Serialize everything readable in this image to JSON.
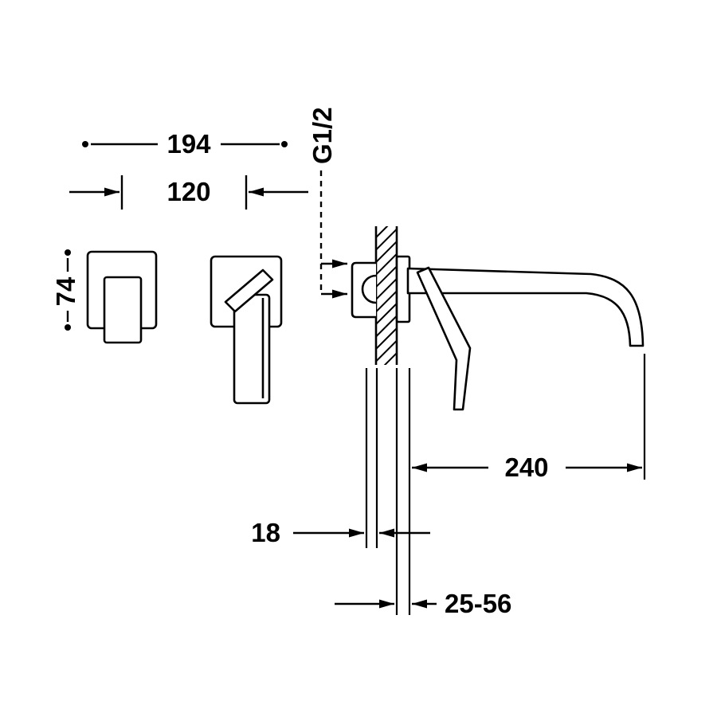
{
  "diagram": {
    "type": "technical-dimension-drawing",
    "subject": "wall-mounted-basin-mixer-faucet",
    "background_color": "#ffffff",
    "line_color": "#000000",
    "labels": {
      "width_overall": "194",
      "width_centers": "120",
      "thread_size": "G1/2",
      "plate_height": "74",
      "spout_reach": "240",
      "plate_depth": "18",
      "depth_range": "25-56"
    }
  }
}
